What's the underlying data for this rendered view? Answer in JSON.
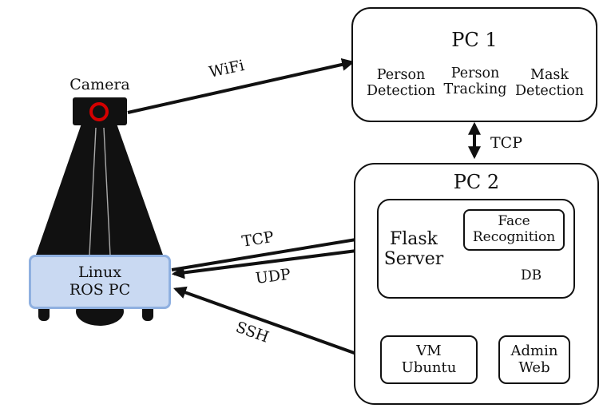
{
  "pc1": {
    "title": "PC 1",
    "modules": [
      {
        "line1": "Person",
        "line2": "Detection"
      },
      {
        "line1": "Person",
        "line2": "Tracking"
      },
      {
        "line1": "Mask",
        "line2": "Detection"
      }
    ]
  },
  "pc2": {
    "title": "PC 2",
    "flask": {
      "line1": "Flask",
      "line2": "Server"
    },
    "face": {
      "line1": "Face",
      "line2": "Recognition"
    },
    "db": "DB",
    "vm": {
      "line1": "VM",
      "line2": "Ubuntu"
    },
    "admin": {
      "line1": "Admin",
      "line2": "Web"
    }
  },
  "robot": {
    "camera_label": "Camera",
    "pc": {
      "line1": "Linux",
      "line2": "ROS PC"
    }
  },
  "links": {
    "wifi": "WiFi",
    "tcp_pcs": "TCP",
    "tcp_robot": "TCP",
    "udp_robot": "UDP",
    "ssh": "SSH"
  },
  "colors": {
    "robot_pc_fill": "#c9d9f2",
    "robot_pc_border": "#8fb0e0",
    "camera_ring": "#d40000"
  }
}
